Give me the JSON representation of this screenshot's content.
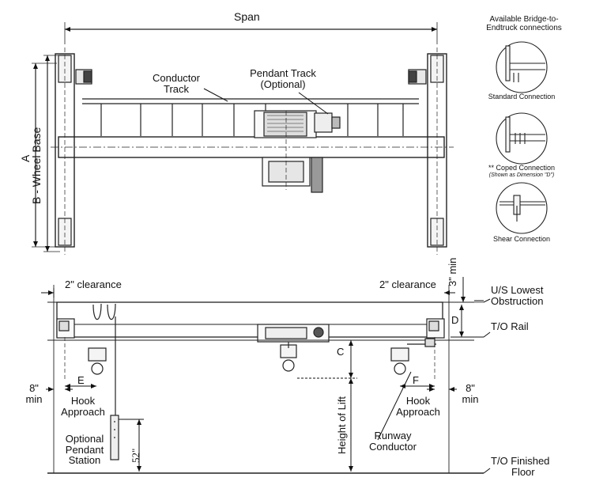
{
  "top_view": {
    "span": "Span",
    "dim_a": "A",
    "dim_b": "B - Wheel Base",
    "conductor_track": [
      "Conductor",
      "Track"
    ],
    "pendant_track": [
      "Pendant Track",
      "(Optional)"
    ]
  },
  "connections": {
    "heading": [
      "Available Bridge-to-",
      "Endtruck connections"
    ],
    "standard": "Standard Connection",
    "coped": "** Coped Connection",
    "coped_note": "(Shown as Dimension \"D\")",
    "shear": "Shear Connection"
  },
  "side_view": {
    "clearance_left": "2\" clearance",
    "clearance_right": "2\" clearance",
    "three_min": "3\" min",
    "us_lowest": [
      "U/S Lowest",
      "Obstruction"
    ],
    "to_rail": "T/O Rail",
    "dim_d": "D",
    "dim_c": "C",
    "dim_e": "E",
    "dim_f": "F",
    "eight_left": [
      "8\"",
      "min"
    ],
    "eight_right": [
      "8\"",
      "min"
    ],
    "hook_left": [
      "Hook",
      "Approach"
    ],
    "hook_right": [
      "Hook",
      "Approach"
    ],
    "pendant_station": [
      "Optional",
      "Pendant",
      "Station"
    ],
    "fifty_two": "52\"",
    "height_of_lift": "Height of Lift",
    "runway": [
      "Runway",
      "Conductor"
    ],
    "to_floor": [
      "T/O Finished",
      "Floor"
    ]
  }
}
